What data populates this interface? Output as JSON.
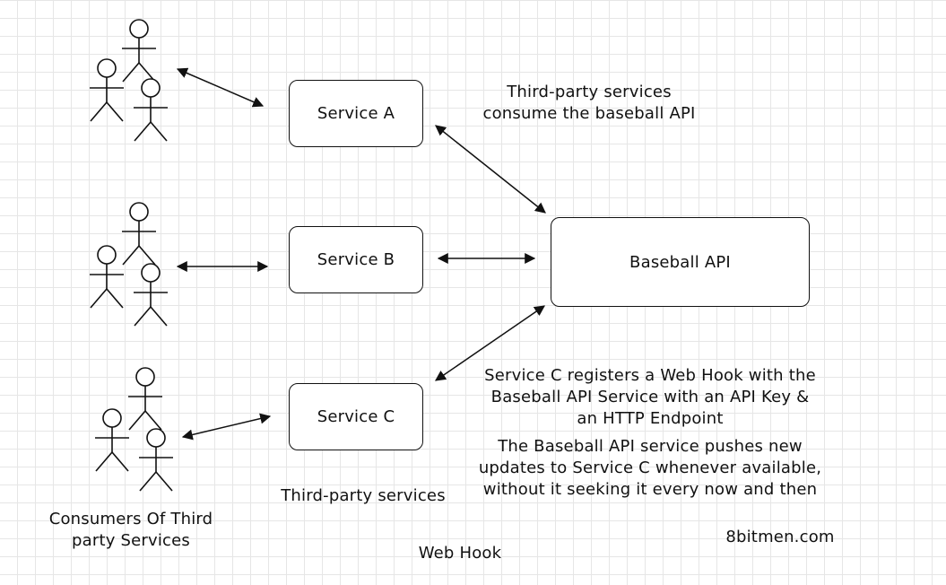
{
  "services": {
    "a": "Service A",
    "b": "Service B",
    "c": "Service C"
  },
  "api": "Baseball API",
  "notes": {
    "top_line1": "Third-party services",
    "top_line2": "consume the baseball API",
    "hook_line1": "Service C registers a Web Hook with the",
    "hook_line2": "Baseball API Service with an API Key &",
    "hook_line3": "an HTTP Endpoint",
    "push_line1": "The Baseball API service pushes new",
    "push_line2": "updates to Service C whenever available,",
    "push_line3": "without it seeking it every now and then",
    "third_party": "Third-party services",
    "consumers_line1": "Consumers Of Third",
    "consumers_line2": "party Services",
    "title": "Web Hook",
    "watermark": "8bitmen.com"
  }
}
